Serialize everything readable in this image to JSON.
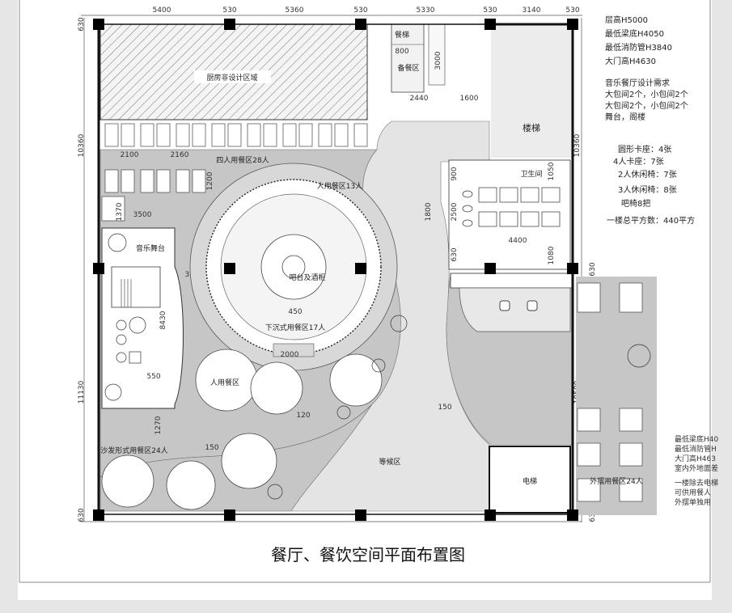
{
  "title": "餐厅、餐饮空间平面布置图",
  "dims_top": [
    "5400",
    "530",
    "5360",
    "530",
    "5330",
    "530",
    "3140",
    "530"
  ],
  "dims_left": [
    "630",
    "10360",
    "11130",
    "630"
  ],
  "dims_right": [
    "10360",
    "630",
    "10500",
    "630"
  ],
  "dims_inner": {
    "d800": "800",
    "d3000": "3000",
    "d2440": "2440",
    "d1600": "1600",
    "d2100": "2100",
    "d2160": "2160",
    "d1200": "1200",
    "d1370": "1370",
    "d3500": "3500",
    "d3330": "3330",
    "d8430": "8430",
    "d550": "550",
    "d1270": "1270",
    "d450": "450",
    "d2000": "2000",
    "d120": "120",
    "d150a": "150",
    "d150b": "150",
    "d1800": "1800",
    "d900": "900",
    "d1050": "1050",
    "d2500": "2500",
    "d630": "630",
    "d4400": "4400",
    "d1080": "1080"
  },
  "rooms": {
    "kitchen": "厨房非设计区域",
    "stair_small": "餐梯",
    "prep": "备餐区",
    "stairs": "楼梯",
    "toilet": "卫生间",
    "booth4": "四人用餐区28人",
    "seat4b": "人用餐区13人",
    "stage": "音乐舞台",
    "bar": "吧台及酒柜",
    "sunken": "下沉式用餐区17人",
    "dining4": "人用餐区",
    "sofa": "沙发形式用餐区24人",
    "waiting": "等候区",
    "elevator": "电梯",
    "outdoor": "外摆用餐区24人"
  },
  "notes_top": [
    "层高H5000",
    "最低梁底H4050",
    "最低消防管H3840",
    "大门高H4630"
  ],
  "requirements": [
    "音乐餐厅设计需求",
    "大包间2个，小包间2个",
    "大包间2个，小包间2个",
    "舞台，阁楼"
  ],
  "seats": [
    "圆形卡座：4张",
    "4人卡座：7张",
    "2人休闲椅：7张",
    "3人休闲椅：8张",
    "吧椅8把",
    "一楼总平方数：440平方"
  ],
  "notes_right": [
    "最低梁底H40",
    "最低消防管H",
    "大门高H463",
    "室内外地面差",
    "一楼除去电梯",
    "可供用餐人",
    "外摆单独用"
  ],
  "colors": {
    "floor": "#c8c8c8",
    "wall": "#111111",
    "light": "#e6e6e6"
  }
}
